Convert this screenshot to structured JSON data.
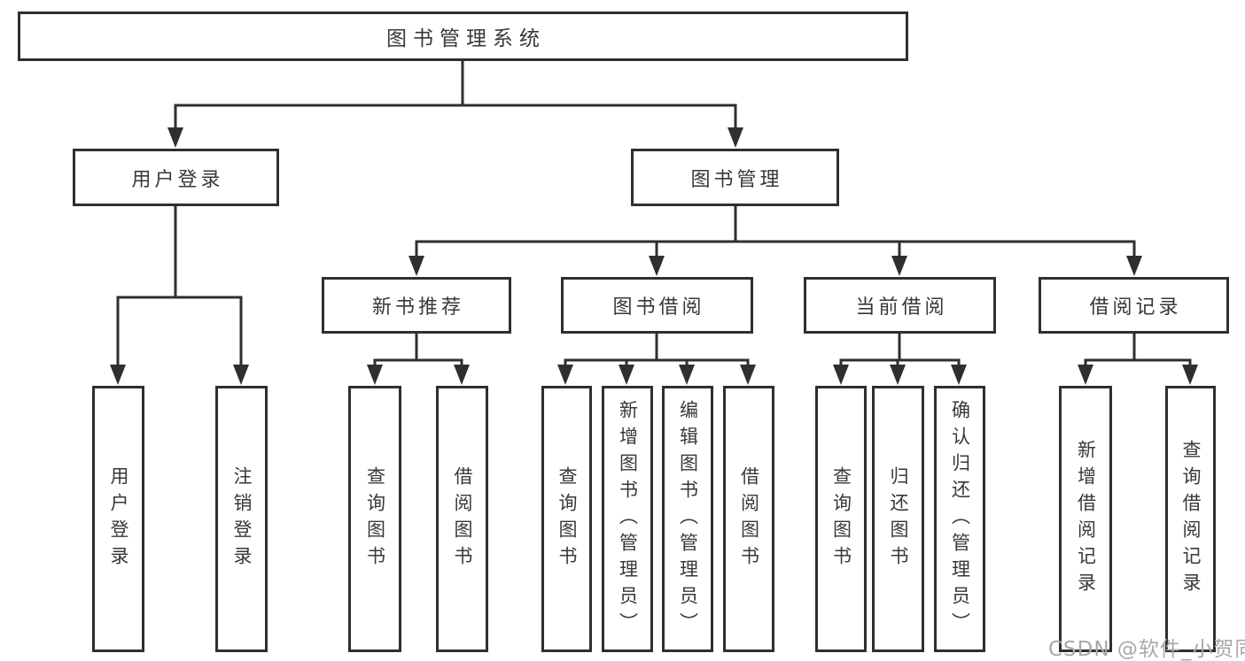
{
  "tree": {
    "label": "图书管理系统",
    "children": [
      {
        "label": "用户登录",
        "children": [
          {
            "label": "用户登录"
          },
          {
            "label": "注销登录"
          }
        ]
      },
      {
        "label": "图书管理",
        "children": [
          {
            "label": "新书推荐",
            "children": [
              {
                "label": "查询图书"
              },
              {
                "label": "借阅图书"
              }
            ]
          },
          {
            "label": "图书借阅",
            "children": [
              {
                "label": "查询图书"
              },
              {
                "label": "新增图书（管理员）"
              },
              {
                "label": "编辑图书（管理员）"
              },
              {
                "label": "借阅图书"
              }
            ]
          },
          {
            "label": "当前借阅",
            "children": [
              {
                "label": "查询图书"
              },
              {
                "label": "归还图书"
              },
              {
                "label": "确认归还（管理员）"
              }
            ]
          },
          {
            "label": "借阅记录",
            "children": [
              {
                "label": "新增借阅记录"
              },
              {
                "label": "查询借阅记录"
              }
            ]
          }
        ]
      }
    ]
  },
  "watermark": {
    "text": "CSDN @软件_小贺同学"
  },
  "colors": {
    "box_border": "#2f2f2f",
    "box_fill": "#ffffff",
    "connector": "#2f2f2f",
    "text": "#383838",
    "watermark_text": "#a8a8a8"
  }
}
